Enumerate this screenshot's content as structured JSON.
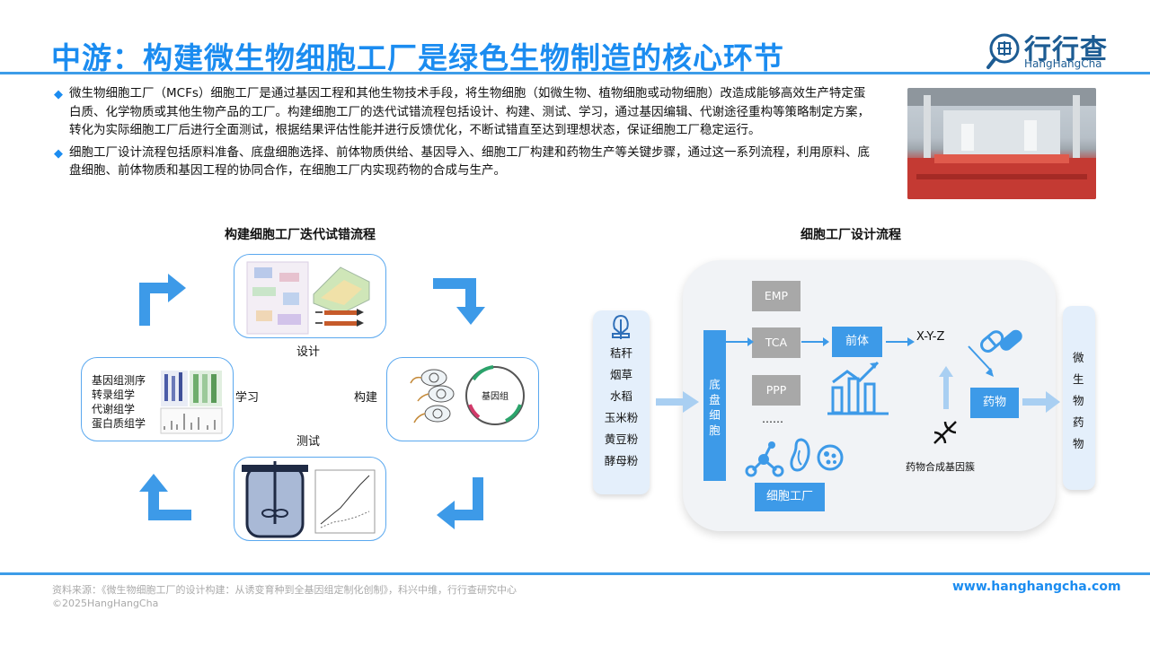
{
  "header": {
    "title": "中游：构建微生物细胞工厂是绿色生物制造的核心环节",
    "logo_cn": "行行查",
    "logo_en": "HangHangCha"
  },
  "bullets": [
    "微生物细胞工厂（MCFs）细胞工厂是通过基因工程和其他生物技术手段，将生物细胞（如微生物、植物细胞或动物细胞）改造成能够高效生产特定蛋白质、化学物质或其他生物产品的工厂。构建细胞工厂的迭代试错流程包括设计、构建、测试、学习，通过基因编辑、代谢途径重构等策略制定方案，转化为实际细胞工厂后进行全面测试，根据结果评估性能并进行反馈优化，不断试错直至达到理想状态，保证细胞工厂稳定运行。",
    "细胞工厂设计流程包括原料准备、底盘细胞选择、前体物质供给、基因导入、细胞工厂构建和药物生产等关键步骤，通过这一系列流程，利用原料、底盘细胞、前体物质和基因工程的协同合作，在细胞工厂内实现药物的合成与生产。"
  ],
  "left_diagram": {
    "title": "构建细胞工厂迭代试错流程",
    "design": "设计",
    "build": "构建",
    "test": "测试",
    "learn": "学习",
    "genome_label": "基因组",
    "omics": [
      "基因组测序",
      "转录组学",
      "代谢组学",
      "蛋白质组学"
    ]
  },
  "right_diagram": {
    "title": "细胞工厂设计流程",
    "materials": [
      "秸秆",
      "烟草",
      "水稻",
      "玉米粉",
      "黄豆粉",
      "酵母粉"
    ],
    "chassis": "底盘细胞",
    "pathways": [
      "EMP",
      "TCA",
      "PPP"
    ],
    "ellipsis": "……",
    "precursor": "前体",
    "xyz": "X-Y-Z",
    "drug": "药物",
    "gene_cluster": "药物合成基因簇",
    "factory": "细胞工厂",
    "output": "微生物药物"
  },
  "footer": {
    "source": "资料来源：《微生物细胞工厂的设计构建：从诱变育种到全基因组定制化创制》，科兴中维，行行查研究中心",
    "copyright": "©2025HangHangCha",
    "url": "www.hanghangcha.com"
  },
  "colors": {
    "accent": "#1b8cf0",
    "box_blue": "#3d9ae8",
    "gray_box": "#a8a8a8"
  }
}
